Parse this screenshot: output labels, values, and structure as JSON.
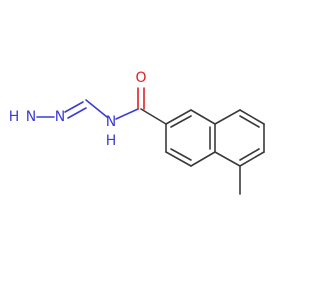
{
  "molecule": {
    "atoms": {
      "h2n_h": "H",
      "h2n_n": "N",
      "n_imine": "N",
      "nh_n": "N",
      "nh_h": "H",
      "carbonyl_o": "O"
    },
    "colors": {
      "carbon_bond": "#3a3a3a",
      "nitrogen": "#3b3bd6",
      "oxygen": "#e02020",
      "background": "#ffffff"
    }
  }
}
